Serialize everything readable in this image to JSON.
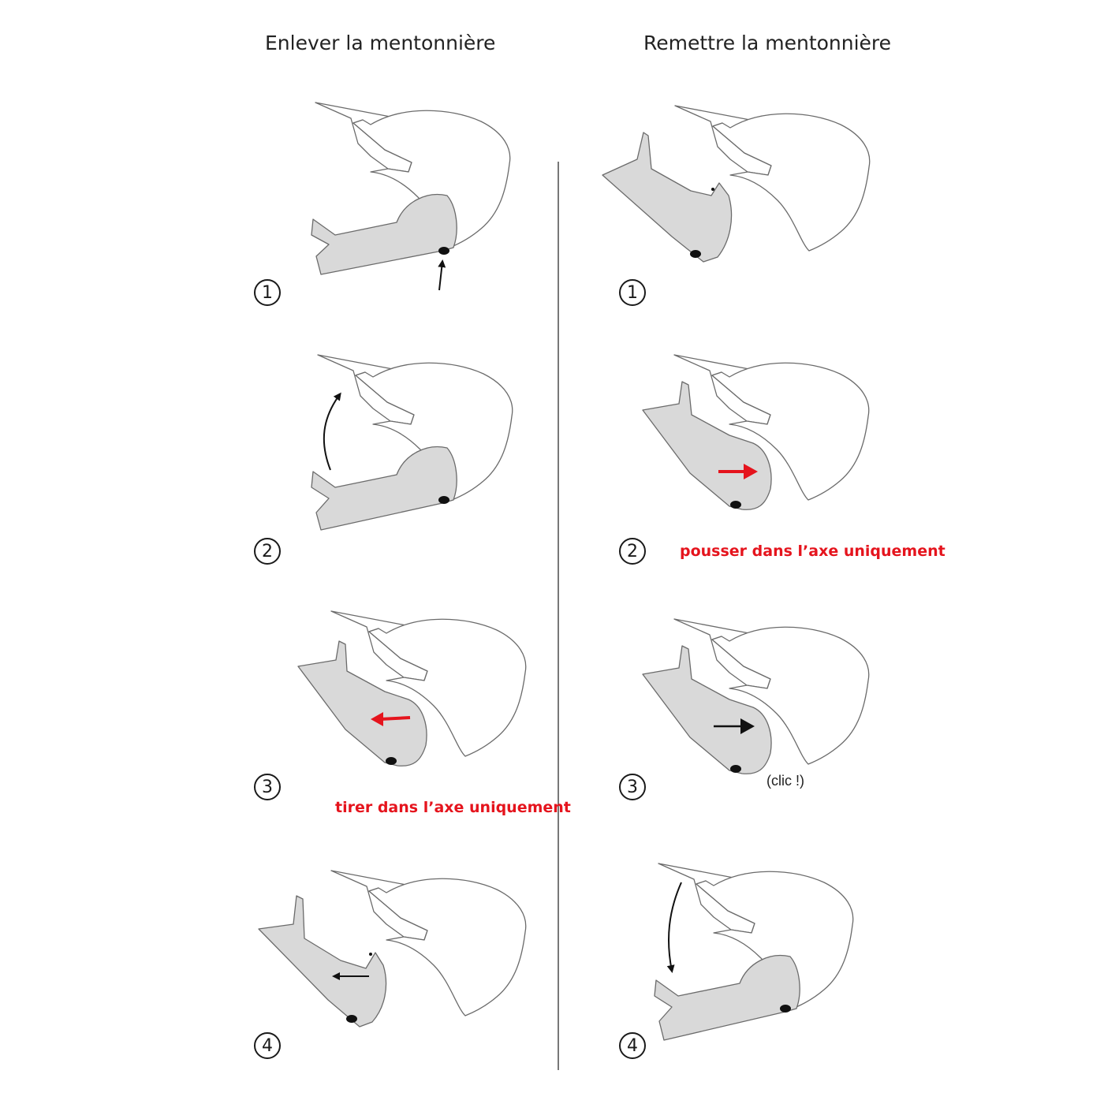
{
  "columns": {
    "left_title": "Enlever la mentonnière",
    "right_title": "Remettre la mentonnière"
  },
  "steps_left": [
    {
      "number": "1"
    },
    {
      "number": "2"
    },
    {
      "number": "3"
    },
    {
      "number": "4"
    }
  ],
  "steps_right": [
    {
      "number": "1"
    },
    {
      "number": "2"
    },
    {
      "number": "3"
    },
    {
      "number": "4"
    }
  ],
  "notes": {
    "left_step3": "tirer dans l’axe uniquement",
    "right_step2": "pousser dans l’axe uniquement",
    "right_step3": "(clic !)"
  },
  "colors": {
    "shell_stroke": "#6b6b6b",
    "chinbar_fill": "#d9d9d9",
    "accent_red": "#e5141d",
    "arrow_black": "#111111"
  }
}
